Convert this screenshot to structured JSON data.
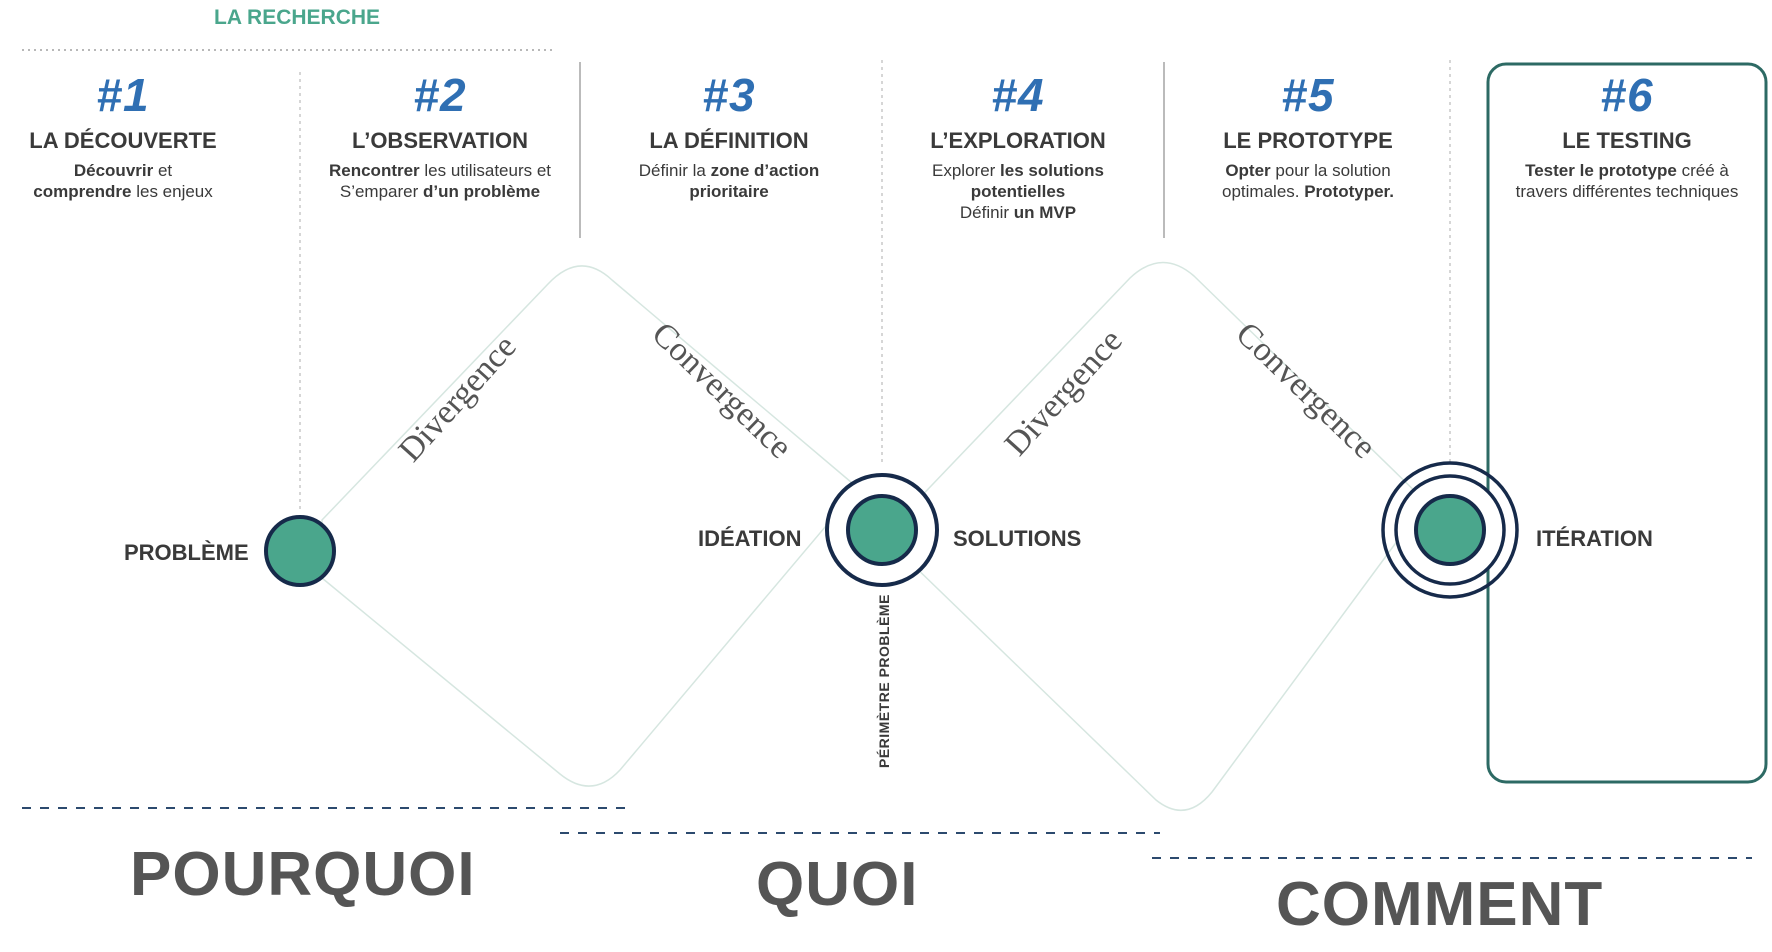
{
  "header": {
    "research_label": "LA RECHERCHE"
  },
  "steps": [
    {
      "num": "#1",
      "title": "LA DÉCOUVERTE",
      "desc": [
        "Découvrir",
        " et ",
        "comprendre",
        " les enjeux"
      ]
    },
    {
      "num": "#2",
      "title": "L’OBSERVATION",
      "desc": [
        "Rencontrer",
        " les utilisateurs et S’emparer ",
        "d’un problème"
      ]
    },
    {
      "num": "#3",
      "title": "LA DÉFINITION",
      "desc": [
        "Définir la ",
        "zone d’action prioritaire"
      ]
    },
    {
      "num": "#4",
      "title": "L’EXPLORATION",
      "desc": [
        "Explorer ",
        "les solutions potentielles",
        "Définir ",
        "un MVP"
      ]
    },
    {
      "num": "#5",
      "title": "LE PROTOTYPE",
      "desc": [
        "Opter",
        " pour la solution optimales. ",
        "Prototyper."
      ]
    },
    {
      "num": "#6",
      "title": "LE TESTING",
      "desc": [
        "Tester le prototype",
        " créé à travers différentes techniques"
      ]
    }
  ],
  "nodes": {
    "probleme": "PROBLÈME",
    "ideation": "IDÉATION",
    "solutions": "SOLUTIONS",
    "iteration": "ITÉRATION",
    "perimetre": "PÉRIMÈTRE PROBLÈME"
  },
  "curve_words": {
    "divergence_1": "Divergence",
    "convergence_1": "Convergence",
    "divergence_2": "Divergence",
    "convergence_2": "Convergence"
  },
  "sections": {
    "pourquoi": "POURQUOI",
    "quoi": "QUOI",
    "comment": "COMMENT"
  },
  "colors": {
    "accent_green": "#4aa68c",
    "node_fill": "#4aa68c",
    "node_ring": "#162a4a",
    "step_number": "#2f6fb3",
    "testing_frame": "#2d6a64",
    "diamond_stroke": "#d6e6e0",
    "dash_line": "#2c4a6e"
  }
}
